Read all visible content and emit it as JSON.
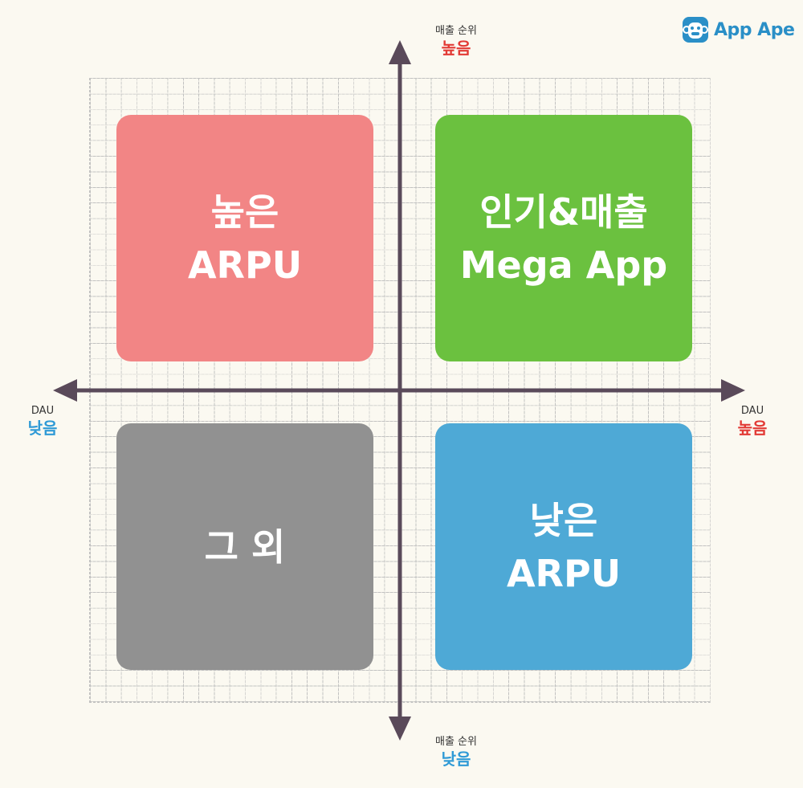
{
  "quadrants": {
    "top_left": {
      "line1": "높은",
      "line2": "ARPU",
      "color": "#f28585"
    },
    "top_right": {
      "line1": "인기&매출",
      "line2": "Mega App",
      "color": "#6bc13f"
    },
    "bottom_left": {
      "line1": "그 외",
      "color": "#919191"
    },
    "bottom_right": {
      "line1": "낮은",
      "line2": "ARPU",
      "color": "#4ea9d6"
    }
  },
  "y_axis": {
    "name": "매출 순위",
    "top_level": "높음",
    "bottom_level": "낮음"
  },
  "x_axis": {
    "name": "DAU",
    "left_level": "낮음",
    "right_level": "높음"
  },
  "colors": {
    "high": "#e23a35",
    "low": "#2f9ad6",
    "axis": "#5a4a5a"
  },
  "logo": {
    "text": "App Ape",
    "icon": "app-ape-monkey-icon"
  }
}
